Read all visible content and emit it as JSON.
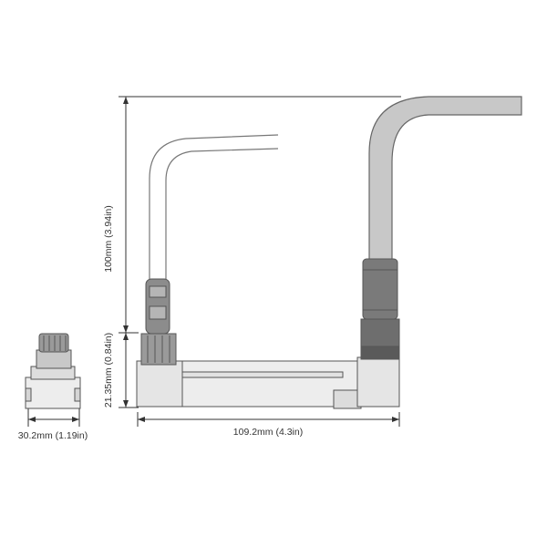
{
  "dimensions": {
    "height_total": "100mm (3.94in)",
    "height_base": "21.35mm (0.84in)",
    "width_base": "109.2mm (4.3in)",
    "width_side": "30.2mm (1.19in)"
  },
  "colors": {
    "line": "#333333",
    "body_fill": "#ededed",
    "body_stroke": "#555555",
    "cable_fill": "#c8c8c8",
    "cable_stroke": "#666666",
    "nut_fill": "#9a9a9a",
    "dark_fill": "#6e6e6e"
  }
}
